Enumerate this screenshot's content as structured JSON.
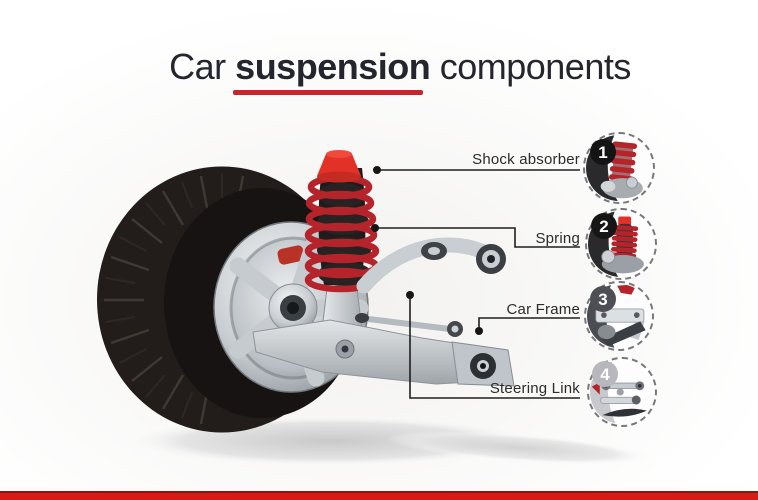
{
  "title": {
    "pre": "Car ",
    "bold": "suspension",
    "post": " components"
  },
  "parts": [
    {
      "text": "Shock absorber"
    },
    {
      "text": "Spring"
    },
    {
      "text": "Car Frame"
    },
    {
      "text": "Steering Link"
    }
  ],
  "thumbnails": [
    {
      "number": "1"
    },
    {
      "number": "2"
    },
    {
      "number": "3"
    },
    {
      "number": "4"
    }
  ],
  "colors": {
    "accent": "#c1272d",
    "bottom_bar": "#da1915",
    "spring_red": "#b5242a",
    "tire_black": "#221d1b",
    "chrome_silver": "#c9ced2"
  }
}
